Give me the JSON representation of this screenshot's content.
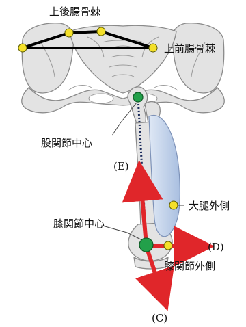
{
  "labels": {
    "psis": "上後腸骨棘",
    "asis": "上前腸骨棘",
    "hip_center": "股関節中心",
    "knee_center": "膝関節中心",
    "thigh_lateral": "大腿外側",
    "knee_lateral": "膝関節外側"
  },
  "arrows": {
    "c": "(C)",
    "d": "(D)",
    "e": "(E)"
  },
  "colors": {
    "marker_yellow": "#f4e02a",
    "joint_green": "#22a04a",
    "vector_red": "#e0262a",
    "bone": "#e3e3e3",
    "muscle": "#b9cbe6"
  }
}
